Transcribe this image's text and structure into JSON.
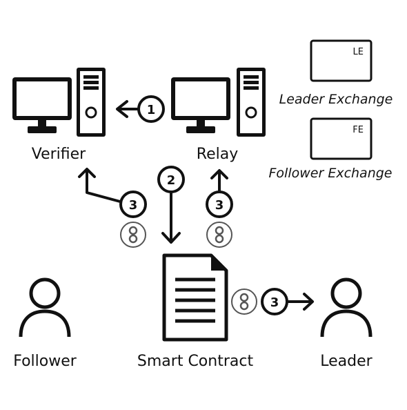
{
  "nodes": {
    "verifier": "Verifier",
    "relay": "Relay",
    "follower": "Follower",
    "smart_contract": "Smart Contract",
    "leader": "Leader"
  },
  "legend": {
    "leader_exchange_tag": "LE",
    "leader_exchange": "Leader Exchange",
    "follower_exchange_tag": "FE",
    "follower_exchange": "Follower Exchange"
  },
  "steps": {
    "one": "1",
    "two": "2",
    "three": "3"
  },
  "colors": {
    "stroke": "#111111",
    "background": "#ffffff",
    "token_gray": "#777777"
  },
  "icons": [
    "computer-icon",
    "person-icon",
    "document-icon",
    "token-icon",
    "arrow-icon"
  ]
}
